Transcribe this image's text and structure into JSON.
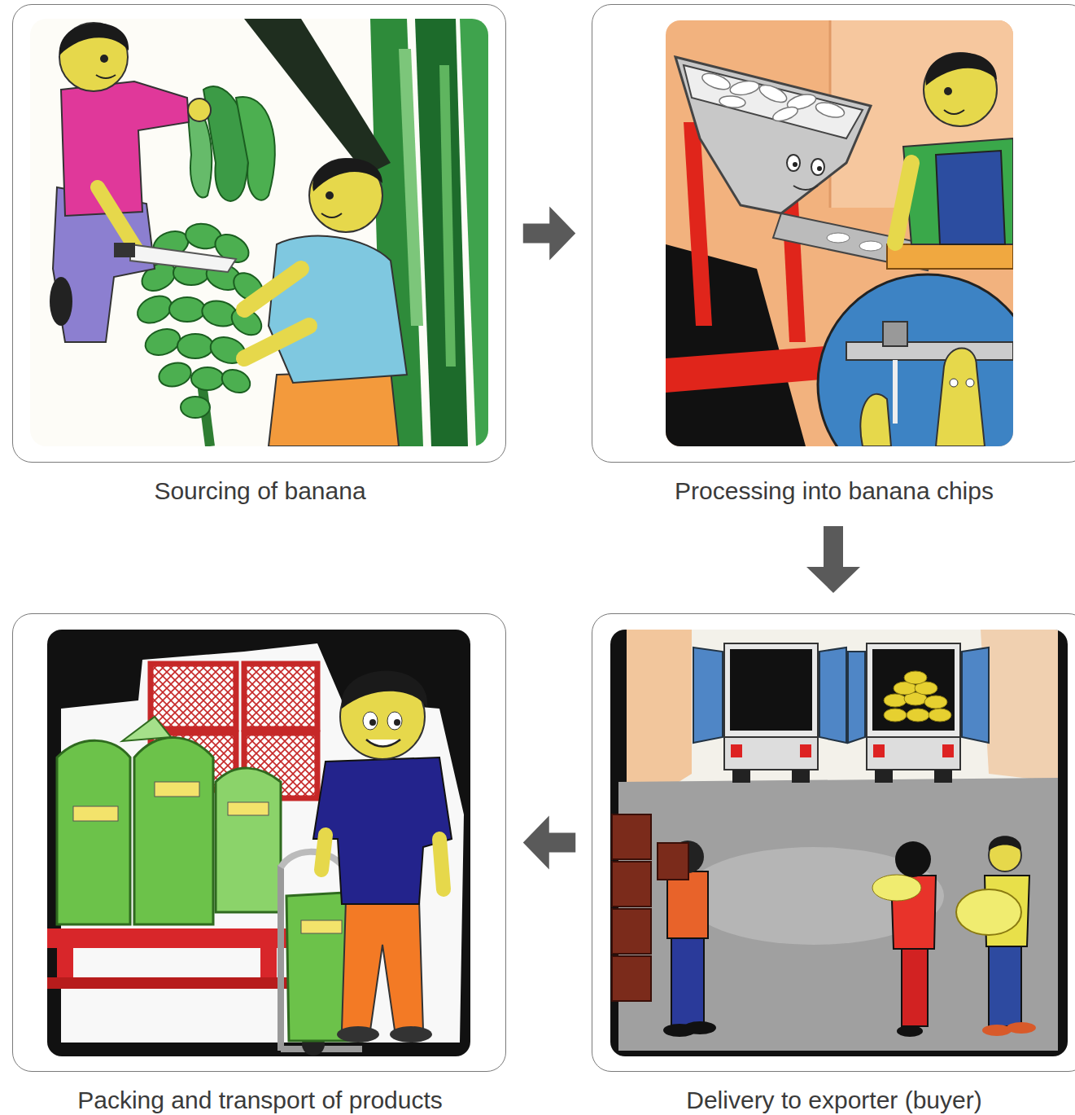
{
  "diagram": {
    "nodes": [
      {
        "text": [
          "Sourcing of banana"
        ]
      },
      {
        "text": [
          "Processing into banana chips"
        ]
      },
      {
        "text": [
          "Packing and transport of products"
        ]
      },
      {
        "text": [
          "Delivery to exporter (buyer)"
        ]
      }
    ],
    "edges": [
      {
        "from": 0,
        "to": 1,
        "arrow": "to"
      },
      {
        "from": 1,
        "to": 3,
        "arrow": "to"
      },
      {
        "from": 3,
        "to": 2,
        "arrow": "to"
      }
    ]
  }
}
